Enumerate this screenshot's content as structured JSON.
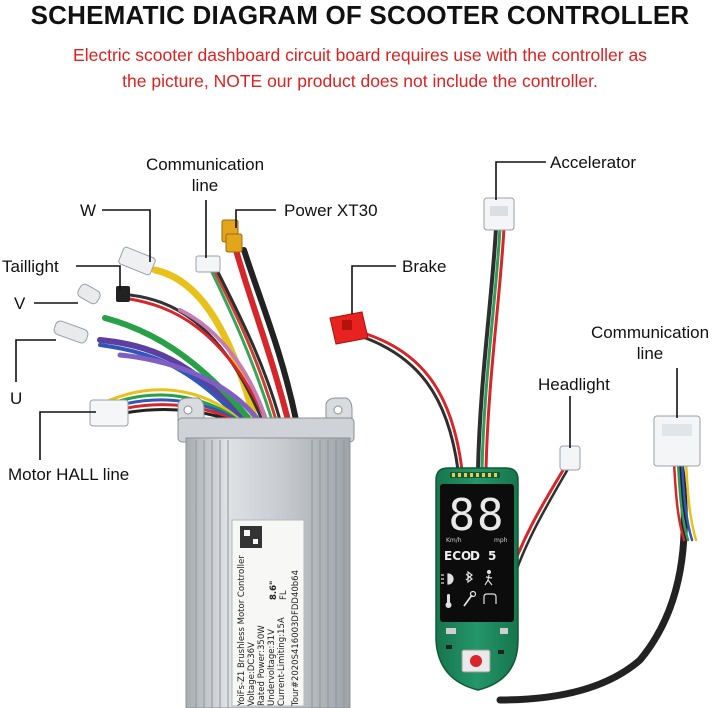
{
  "title": "SCHEMATIC DIAGRAM OF SCOOTER CONTROLLER",
  "subtitle_line1": "Electric scooter dashboard circuit board requires use with the controller as",
  "subtitle_line2": "the picture, NOTE our product does not include the controller.",
  "labels": {
    "comm_line_left_1": "Communication",
    "comm_line_left_2": "line",
    "w": "W",
    "power": "Power XT30",
    "taillight": "Taillight",
    "v": "V",
    "u": "U",
    "motor_hall": "Motor HALL line",
    "accelerator": "Accelerator",
    "brake": "Brake",
    "comm_line_right_1": "Communication",
    "comm_line_right_2": "line",
    "headlight": "Headlight"
  },
  "controller_sticker": {
    "line1": "YoiFs-Z1 Brushless Motor Controller",
    "line2": "Voltage:DC36V",
    "line3": "Rated Power:350W",
    "line4": "Undervoltage:31V",
    "line5": "Current-Limiting:15A",
    "line6": "Tour#2020S416003DFDD40b64",
    "code1": "8.6\"",
    "code2": "FL"
  },
  "display": {
    "speed": "88",
    "mode": "ECO",
    "gear_letter": "D",
    "gear_number": "5",
    "unit_left": "Km/h",
    "unit_right": "mph"
  },
  "colors": {
    "title": "#111111",
    "subtitle": "#e02020",
    "pcb": "#1e8a5a",
    "brake_red": "#e8231f",
    "controller": "#c9cdd1"
  },
  "icons": [
    "headlight-icon",
    "bluetooth-icon",
    "walk-icon",
    "thermometer-icon",
    "wrench-icon",
    "battery-icon"
  ]
}
